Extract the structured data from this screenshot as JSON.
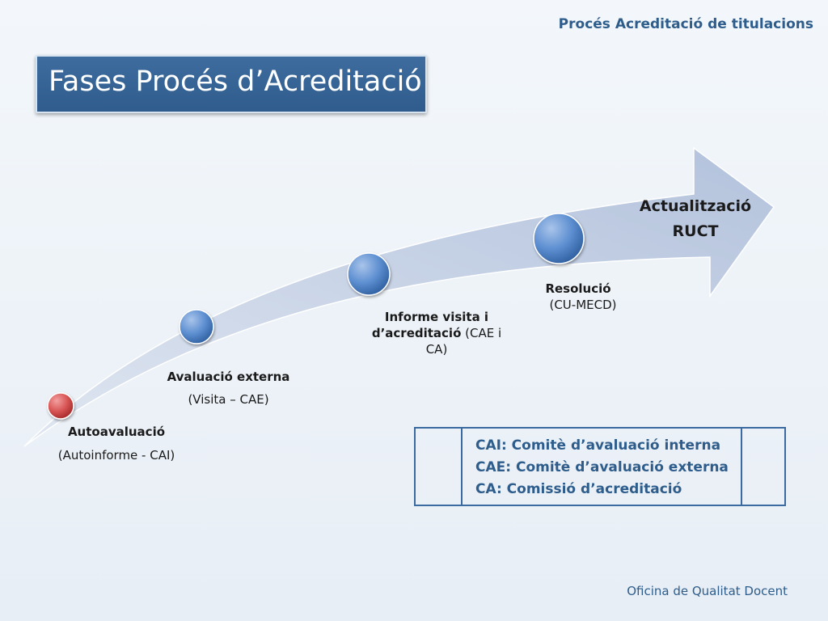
{
  "header": {
    "title": "Procés Acreditació de titulacions"
  },
  "title": "Fases Procés d’Acreditació",
  "phases": [
    {
      "name": "Autoavaluació",
      "detail": "(Autoinforme - CAI)",
      "color": "red"
    },
    {
      "name": "Avaluació externa",
      "detail": "(Visita – CAE)",
      "color": "blue"
    },
    {
      "name": "Informe visita i d’acreditació",
      "detail": " (CAE i CA)",
      "color": "blue"
    },
    {
      "name": "Resolució",
      "detail": "(CU-MECD)",
      "color": "blue"
    }
  ],
  "final_step": {
    "line1": "Actualització",
    "line2": "RUCT"
  },
  "legend": [
    "CAI:  Comitè d’avaluació interna",
    "CAE: Comitè d’avaluació externa",
    "CA:   Comissió d’acreditació"
  ],
  "footer": "Oficina de Qualitat Docent",
  "colors": {
    "accent": "#2e5d8c",
    "arrow": "#b8c6de",
    "title_bg": "#33618f"
  }
}
